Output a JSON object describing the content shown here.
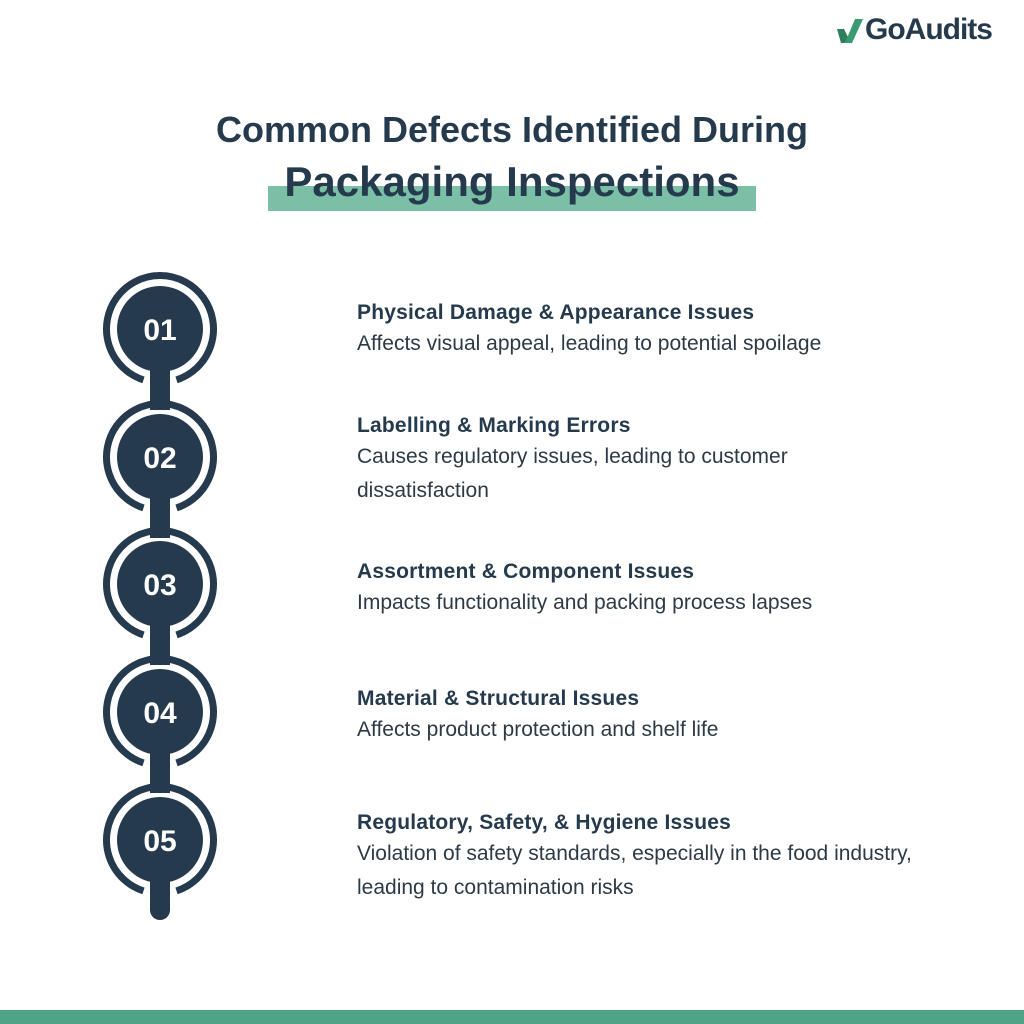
{
  "brand": {
    "logo_text": "GoAudits",
    "logo_icon": "checkmark-icon",
    "accent_color": "#3a9a72",
    "navy_color": "#253a4d",
    "highlight_color": "#7bbfa6",
    "bar_color": "#4fa387"
  },
  "header": {
    "title_line1": "Common Defects Identified During",
    "title_line2": "Packaging Inspections"
  },
  "steps": [
    {
      "number": "01",
      "title": "Physical Damage & Appearance Issues",
      "description": "Affects visual appeal, leading to potential spoilage"
    },
    {
      "number": "02",
      "title": "Labelling & Marking Errors",
      "description": "Causes regulatory issues, leading to customer dissatisfaction"
    },
    {
      "number": "03",
      "title": "Assortment & Component Issues",
      "description": "Impacts functionality and packing process lapses"
    },
    {
      "number": "04",
      "title": "Material & Structural Issues",
      "description": "Affects product protection and shelf life"
    },
    {
      "number": "05",
      "title": "Regulatory, Safety, & Hygiene Issues",
      "description": "Violation of safety standards, especially in the food industry, leading to contamination risks"
    }
  ]
}
